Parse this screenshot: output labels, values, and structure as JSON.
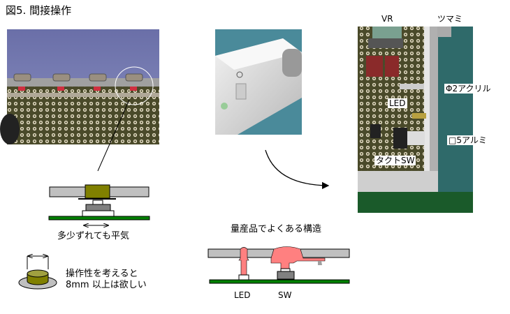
{
  "title": "図5. 間接操作",
  "photo_labels": {
    "vr": "VR",
    "knob": "ツマミ",
    "acrylic": "Φ2アクリル",
    "led": "LED",
    "aluminum": "□5アルミ",
    "tact_sw": "タクトSW"
  },
  "diagram_left": {
    "tolerance_caption": "多少ずれても平気",
    "size_caption_line1": "操作性を考えると",
    "size_caption_line2": "8mm 以上は欲しい"
  },
  "diagram_mass": {
    "title": "量産品でよくある構造",
    "led_label": "LED",
    "sw_label": "SW"
  },
  "colors": {
    "pcb": "#008000",
    "panel": "#c0c0c0",
    "knob": "#808000",
    "light_pipe": "#ff8080",
    "switch": "#808080"
  }
}
